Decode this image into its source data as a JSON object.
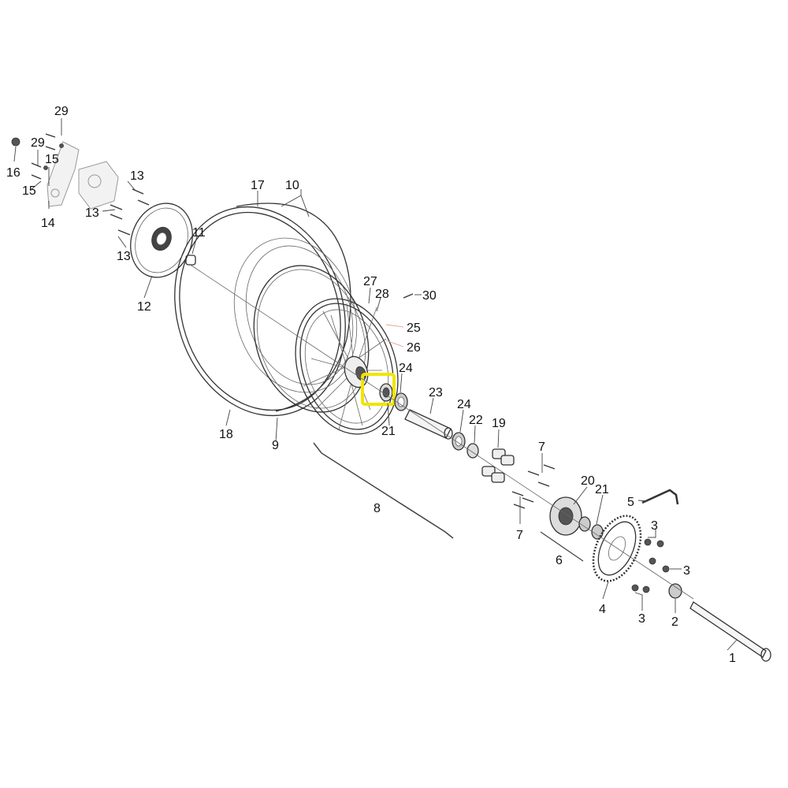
{
  "labels": {
    "p1": "1",
    "p2": "2",
    "p3a": "3",
    "p3b": "3",
    "p3c": "3",
    "p4": "4",
    "p5": "5",
    "p6": "6",
    "p7a": "7",
    "p7b": "7",
    "p8": "8",
    "p9": "9",
    "p10": "10",
    "p11": "11",
    "p12": "12",
    "p13a": "13",
    "p13b": "13",
    "p13c": "13",
    "p14": "14",
    "p15a": "15",
    "p15b": "15",
    "p16": "16",
    "p17": "17",
    "p18": "18",
    "p19": "19",
    "p20": "20",
    "p21a": "21",
    "p21b": "21",
    "p22": "22",
    "p23": "23",
    "p24a": "24",
    "p24b": "24",
    "p25": "25",
    "p26": "26",
    "p27": "27",
    "p28": "28",
    "p29a": "29",
    "p29b": "29",
    "p30": "30"
  },
  "colors": {
    "highlight": "#f2e500",
    "line": "#333333",
    "accent_lead": "#e8a090"
  }
}
